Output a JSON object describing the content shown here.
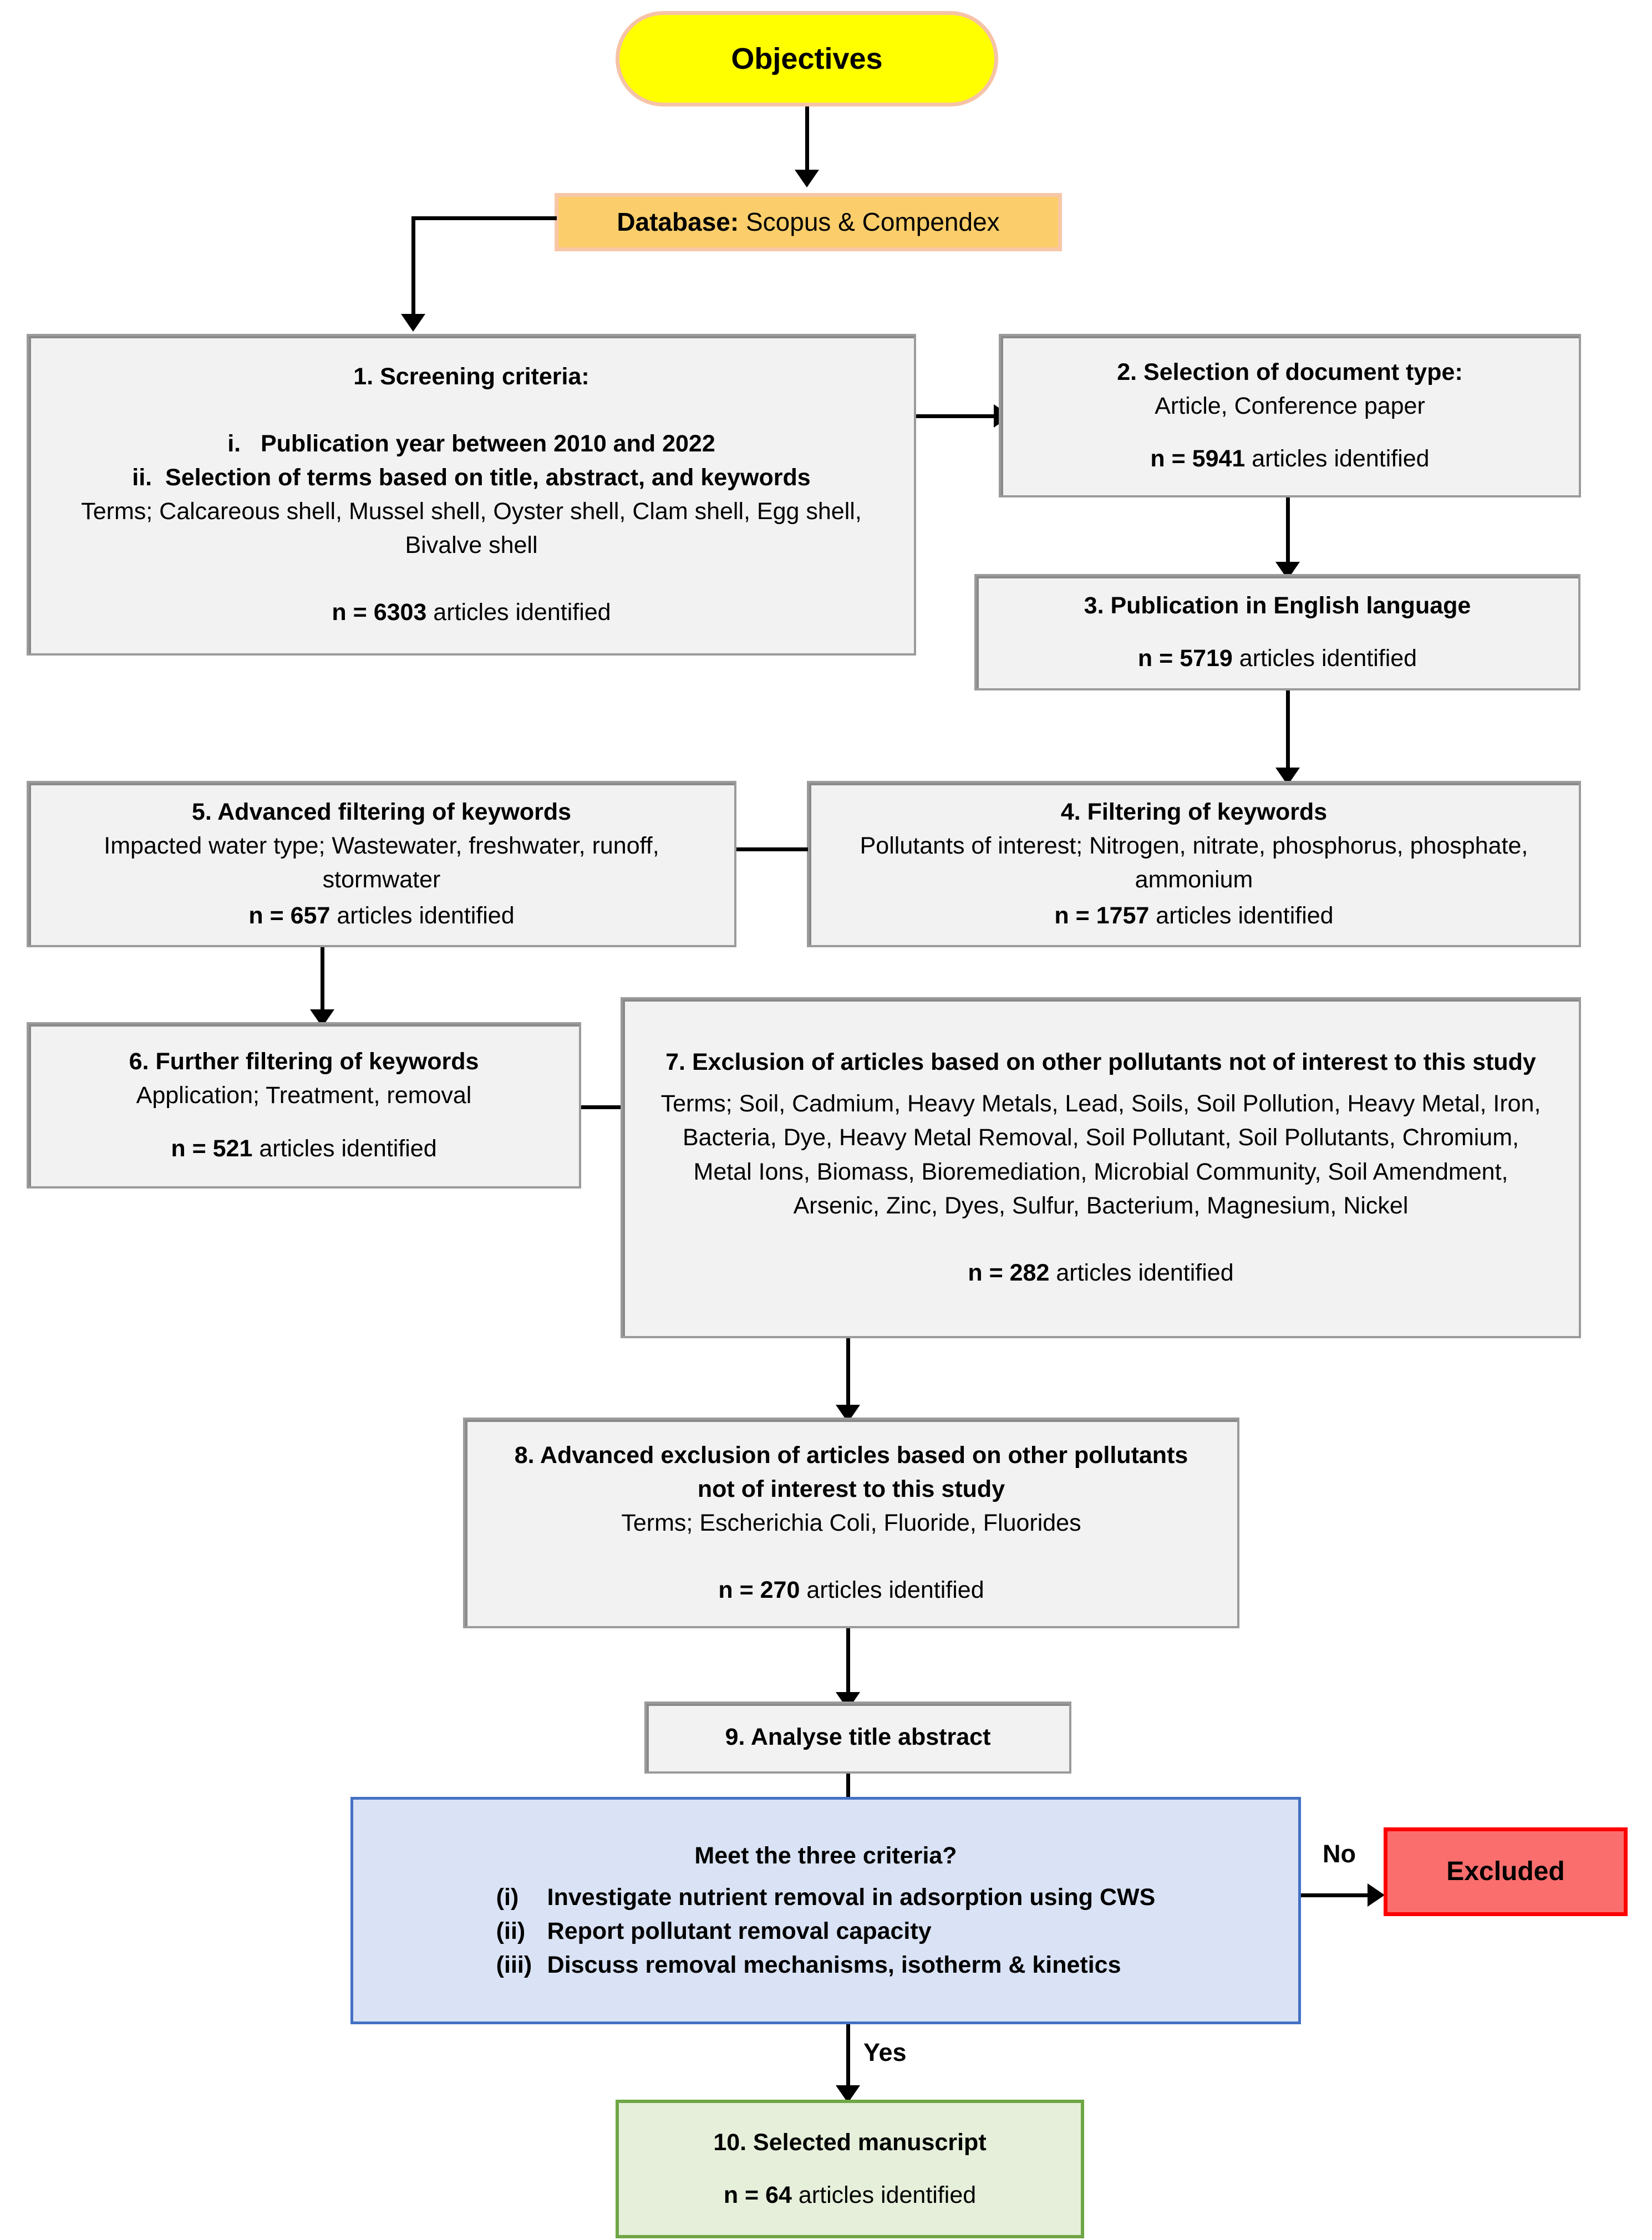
{
  "diagram": {
    "title": "Literature screening flowchart (PRISMA-style)",
    "colors": {
      "objectives_fill": "#FFFF00",
      "objectives_border": "#F6C3A6",
      "database_fill": "#FBCE6B",
      "database_border": "#F8C7A7",
      "process_fill": "#F2F2F2",
      "process_border": "#9B9B9B",
      "decision_fill": "#DAE3F5",
      "decision_border": "#4371C4",
      "excluded_fill": "#FA6E6E",
      "excluded_border": "#FF0000",
      "selected_fill": "#E5EFDA",
      "selected_border": "#6FA644",
      "connector": "#000000"
    },
    "nodes": {
      "objectives": {
        "label": "Objectives"
      },
      "database": {
        "label_bold": "Database:",
        "label_rest": " Scopus & Compendex"
      },
      "step1": {
        "title": "1.  Screening criteria:",
        "criteria": [
          {
            "num": "i.",
            "text": "Publication year between 2010 and 2022"
          },
          {
            "num": "ii.",
            "text": "Selection of terms based on title, abstract, and keywords"
          }
        ],
        "terms": "Terms; Calcareous shell, Mussel shell, Oyster shell, Clam shell, Egg shell, Bivalve shell",
        "count_prefix": "n = ",
        "count": "6303",
        "count_suffix": " articles identified"
      },
      "step2": {
        "title": "2.  Selection of document type:",
        "subtitle": "Article, Conference paper",
        "count_prefix": "n = ",
        "count": "5941",
        "count_suffix": " articles identified"
      },
      "step3": {
        "title": "3.  Publication in English language",
        "count_prefix": "n = ",
        "count": "5719",
        "count_suffix": " articles identified"
      },
      "step4": {
        "title": "4.  Filtering of keywords",
        "subtitle": "Pollutants of interest; Nitrogen, nitrate, phosphorus, phosphate, ammonium",
        "count_prefix": "n = ",
        "count": "1757",
        "count_suffix": " articles identified"
      },
      "step5": {
        "title": "5.  Advanced filtering of keywords",
        "subtitle": "Impacted water type; Wastewater, freshwater, runoff, stormwater",
        "count_prefix": "n = ",
        "count": "657",
        "count_suffix": " articles identified"
      },
      "step6": {
        "title": "6.  Further filtering of keywords",
        "subtitle": "Application; Treatment, removal",
        "count_prefix": "n = ",
        "count": "521",
        "count_suffix": " articles identified"
      },
      "step7": {
        "title": "7.  Exclusion of articles based on other pollutants not of interest to this study",
        "terms": "Terms; Soil, Cadmium, Heavy Metals, Lead, Soils, Soil Pollution, Heavy Metal, Iron, Bacteria, Dye, Heavy Metal Removal, Soil Pollutant, Soil Pollutants, Chromium, Metal Ions, Biomass, Bioremediation, Microbial Community, Soil Amendment, Arsenic, Zinc, Dyes, Sulfur, Bacterium, Magnesium, Nickel",
        "count_prefix": "n = ",
        "count": "282",
        "count_suffix": " articles identified"
      },
      "step8": {
        "title": "8.  Advanced exclusion of articles based on other pollutants not of interest to this study",
        "terms": "Terms; Escherichia Coli, Fluoride, Fluorides",
        "count_prefix": "n = ",
        "count": "270",
        "count_suffix": " articles identified"
      },
      "step9": {
        "title": "9.  Analyse title abstract"
      },
      "decision": {
        "question": "Meet the three criteria?",
        "criteria": [
          {
            "mark": "(i)",
            "text": "Investigate nutrient removal in adsorption using CWS"
          },
          {
            "mark": "(ii)",
            "text": "Report pollutant removal capacity"
          },
          {
            "mark": "(iii)",
            "text": "Discuss removal mechanisms, isotherm & kinetics"
          }
        ]
      },
      "excluded": {
        "label": "Excluded"
      },
      "step10": {
        "title": "10.  Selected manuscript",
        "count_prefix": "n = ",
        "count": "64",
        "count_suffix": " articles identified"
      }
    },
    "edges": {
      "no_label": "No",
      "yes_label": "Yes"
    }
  }
}
